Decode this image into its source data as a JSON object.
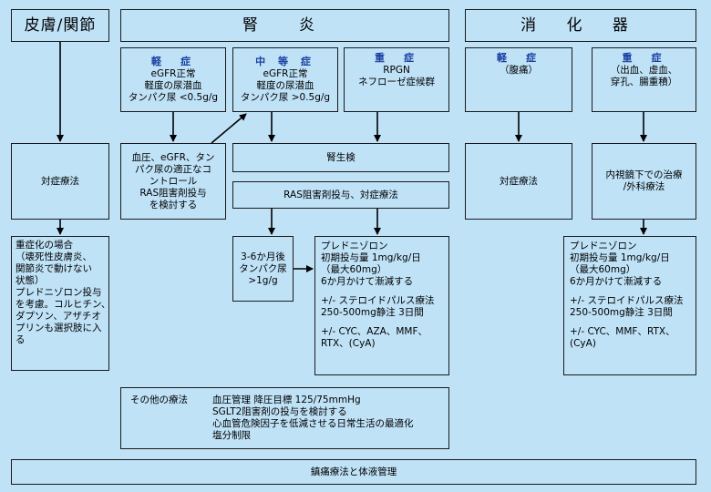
{
  "headers": {
    "skin": "皮膚/関節",
    "kidney": "腎　炎",
    "gi": "消 化 器"
  },
  "kidney": {
    "mild": {
      "label": "軽　症",
      "lines": [
        "eGFR正常",
        "軽度の尿潜血",
        "タンパク尿 <0.5g/g"
      ]
    },
    "moderate": {
      "label": "中 等 症",
      "lines": [
        "eGFR正常",
        "軽度の尿潜血",
        "タンパク尿 >0.5g/g"
      ]
    },
    "severe": {
      "label": "重　症",
      "lines": [
        "RPGN",
        "ネフローゼ症候群"
      ]
    },
    "mild_treatment": [
      "血圧、eGFR、タン",
      "パク尿の適正なコ",
      "ントロール",
      "RAS阻害剤投与",
      "を検討する"
    ],
    "biopsy": "腎生検",
    "ras": "RAS阻害剤投与、対症療法",
    "followup": [
      "3-6か月後",
      "タンパク尿",
      ">1g/g"
    ],
    "treatment": [
      "プレドニゾロン",
      "初期投与量 1mg/kg/日",
      "（最大60mg）",
      "6か月かけて漸減する",
      "",
      "+/- ステロイドパルス療法",
      "250-500mg静注 3日間",
      "",
      "+/- CYC、AZA、MMF、",
      "RTX、(CyA)"
    ]
  },
  "skin": {
    "treatment": "対症療法",
    "severe": [
      "重症化の場合",
      "（壊死性皮膚炎、",
      "関節炎で動けない",
      "状態）",
      "プレドニゾロン投与",
      "を考慮。コルヒチン、",
      "ダプソン、アザチオ",
      "プリンも選択肢に入",
      "る"
    ]
  },
  "gi": {
    "mild": {
      "label": "軽　症",
      "lines": [
        "（腹痛）"
      ]
    },
    "severe": {
      "label": "重　症",
      "lines": [
        "（出血、虚血、",
        "穿孔、腸重積）"
      ]
    },
    "mild_treatment": "対症療法",
    "severe_treatment": [
      "内視鏡下での治療",
      "/外科療法"
    ],
    "treatment": [
      "プレドニゾロン",
      "初期投与量 1mg/kg/日",
      "（最大60mg）",
      "6か月かけて漸減する",
      "",
      "+/- ステロイドパルス療法",
      "250-500mg静注 3日間",
      "",
      "+/- CYC、MMF、RTX、",
      "(CyA)"
    ]
  },
  "other": {
    "label": "その他の療法",
    "lines": [
      "血圧管理 降圧目標 125/75mmHg",
      "SGLT2阻害剤の投与を検討する",
      "心血管危険因子を低減させる日常生活の最適化",
      "塩分制限"
    ]
  },
  "footer": "鎮痛療法と体液管理"
}
